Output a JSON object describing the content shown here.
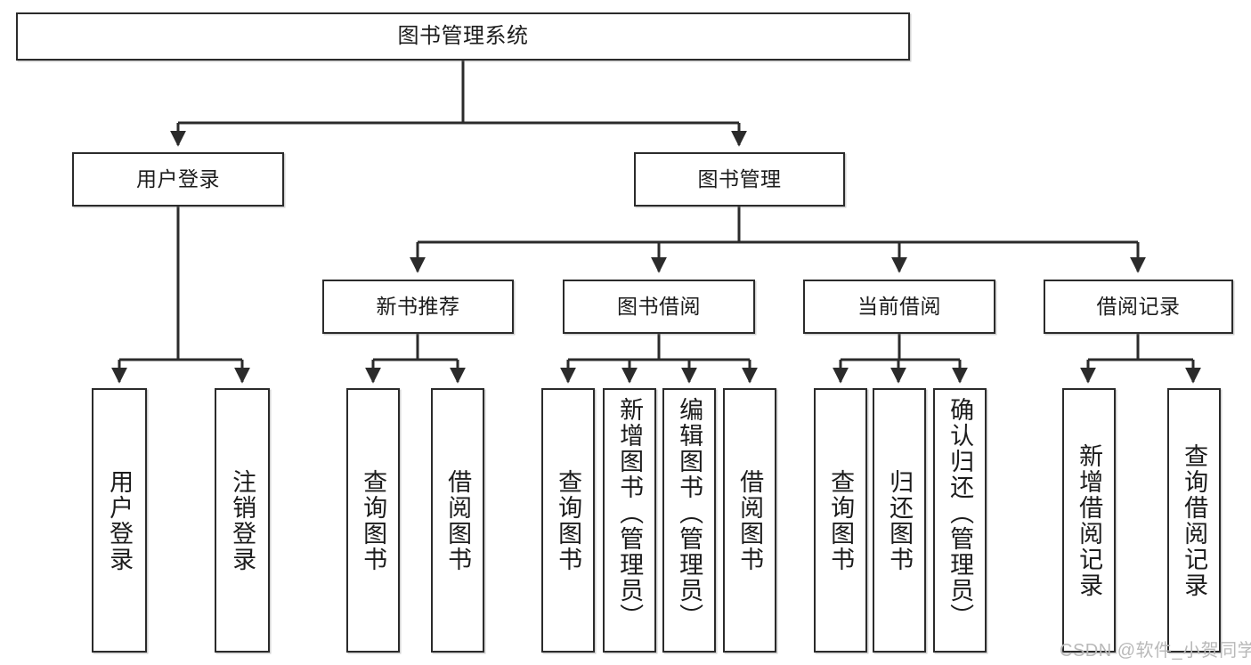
{
  "diagram": {
    "title": "图书管理系统",
    "type": "hierarchy-tree",
    "root": {
      "label": "图书管理系统"
    },
    "level1": [
      {
        "label": "用户登录"
      },
      {
        "label": "图书管理"
      }
    ],
    "level2": [
      {
        "label": "新书推荐"
      },
      {
        "label": "图书借阅"
      },
      {
        "label": "当前借阅"
      },
      {
        "label": "借阅记录"
      }
    ],
    "leaves": {
      "user_login": [
        {
          "label": "用户登录"
        },
        {
          "label": "注销登录"
        }
      ],
      "new_book_recommend": [
        {
          "label": "查询图书"
        },
        {
          "label": "借阅图书"
        }
      ],
      "book_borrow": [
        {
          "label": "查询图书"
        },
        {
          "label": "新增图书（管理员）"
        },
        {
          "label": "编辑图书（管理员）"
        },
        {
          "label": "借阅图书"
        }
      ],
      "current_borrow": [
        {
          "label": "查询图书"
        },
        {
          "label": "归还图书"
        },
        {
          "label": "确认归还（管理员）"
        }
      ],
      "borrow_record": [
        {
          "label": "新增借阅记录"
        },
        {
          "label": "查询借阅记录"
        }
      ]
    }
  },
  "watermark": {
    "text": "CSDN @软件_小贺同学"
  },
  "colors": {
    "stroke": "#2b2b2b",
    "fill": "#ffffff",
    "text": "#1c1c1c",
    "watermark": "#b9b9b9"
  }
}
